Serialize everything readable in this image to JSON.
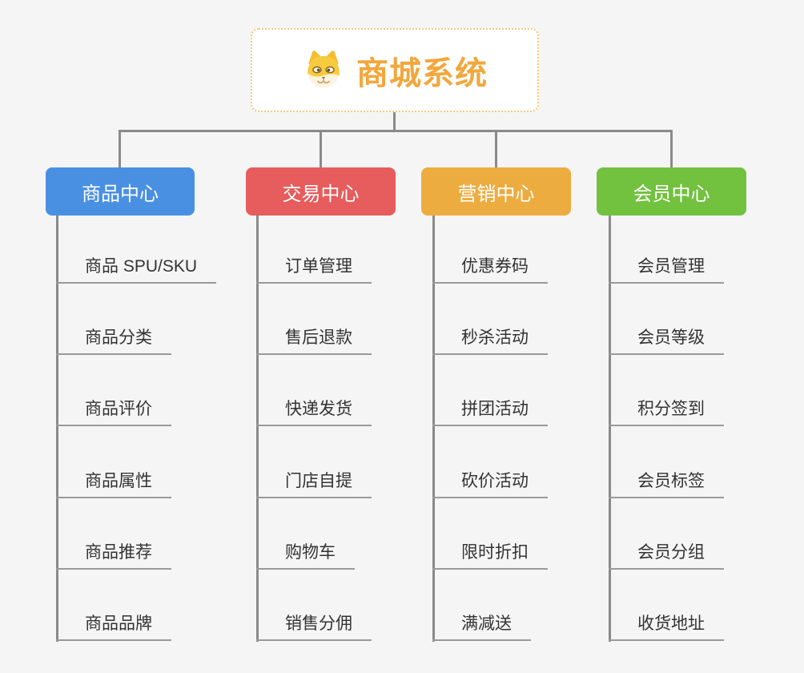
{
  "theme": {
    "background": "#F5F5F5",
    "connector_color": "#8A8A8A",
    "underline_color": "#9A9A9A",
    "root_border_color": "#F6C877",
    "root_title_color": "#F2A73D"
  },
  "root": {
    "title": "商城系统",
    "icon": "shiba-dog-icon"
  },
  "branches": [
    {
      "name": "商品中心",
      "color": "#4A90E2",
      "items": [
        "商品 SPU/SKU",
        "商品分类",
        "商品评价",
        "商品属性",
        "商品推荐",
        "商品品牌"
      ]
    },
    {
      "name": "交易中心",
      "color": "#E75C5C",
      "items": [
        "订单管理",
        "售后退款",
        "快递发货",
        "门店自提",
        "购物车",
        "销售分佣"
      ]
    },
    {
      "name": "营销中心",
      "color": "#EDAC40",
      "items": [
        "优惠券码",
        "秒杀活动",
        "拼团活动",
        "砍价活动",
        "限时折扣",
        "满减送"
      ]
    },
    {
      "name": "会员中心",
      "color": "#72C13F",
      "items": [
        "会员管理",
        "会员等级",
        "积分签到",
        "会员标签",
        "会员分组",
        "收货地址"
      ]
    }
  ]
}
